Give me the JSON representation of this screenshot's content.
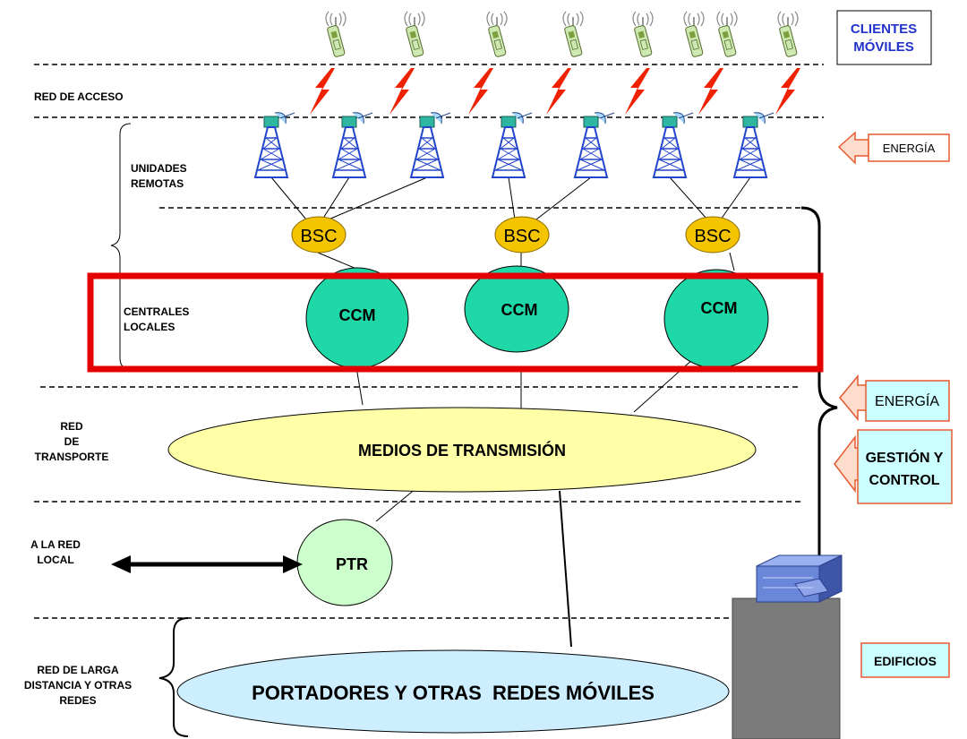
{
  "top_right_label": {
    "line1": "CLIENTES",
    "line2": "MÓVILES"
  },
  "layer_labels": {
    "red_acceso": "RED DE ACCESO",
    "unidades_remotas": {
      "line1": "UNIDADES",
      "line2": "REMOTAS"
    },
    "centrales_locales": {
      "line1": "CENTRALES",
      "line2": "LOCALES"
    },
    "red_transporte": {
      "line1": "RED",
      "line2": "DE",
      "line3": "TRANSPORTE"
    },
    "red_local": {
      "line1": "A LA RED",
      "line2": "LOCAL"
    },
    "larga_distancia": {
      "line1": "RED DE LARGA",
      "line2": "DISTANCIA Y OTRAS",
      "line3": "REDES"
    }
  },
  "nodes": {
    "bsc": [
      "BSC",
      "BSC",
      "BSC"
    ],
    "ccm": [
      "CCM",
      "CCM",
      "CCM"
    ],
    "transmision": "MEDIOS DE TRANSMISIÓN",
    "ptr": "PTR",
    "portadores": "PORTADORES Y OTRAS  REDES MÓVILES"
  },
  "right_boxes": {
    "energia_top": "ENERGÍA",
    "energia_mid": "ENERGÍA",
    "gestion": {
      "line1": "GESTIÓN Y",
      "line2": "CONTROL"
    },
    "edificios": "EDIFICIOS"
  },
  "colors": {
    "bsc_fill": "#F5C400",
    "ccm_fill": "#1ED8A8",
    "transmision_fill": "#FFFFA8",
    "ptr_fill": "#CCFFCC",
    "portadores_fill": "#CCEEFF",
    "highlight_border": "#E30000",
    "arrow_fill": "#FFDDCC",
    "arrow_stroke": "#E85A30",
    "box_fill": "#CCFFFF",
    "box_stroke": "#E85A30",
    "tower_blue": "#2244CC",
    "clientes_text": "#2233CC"
  }
}
